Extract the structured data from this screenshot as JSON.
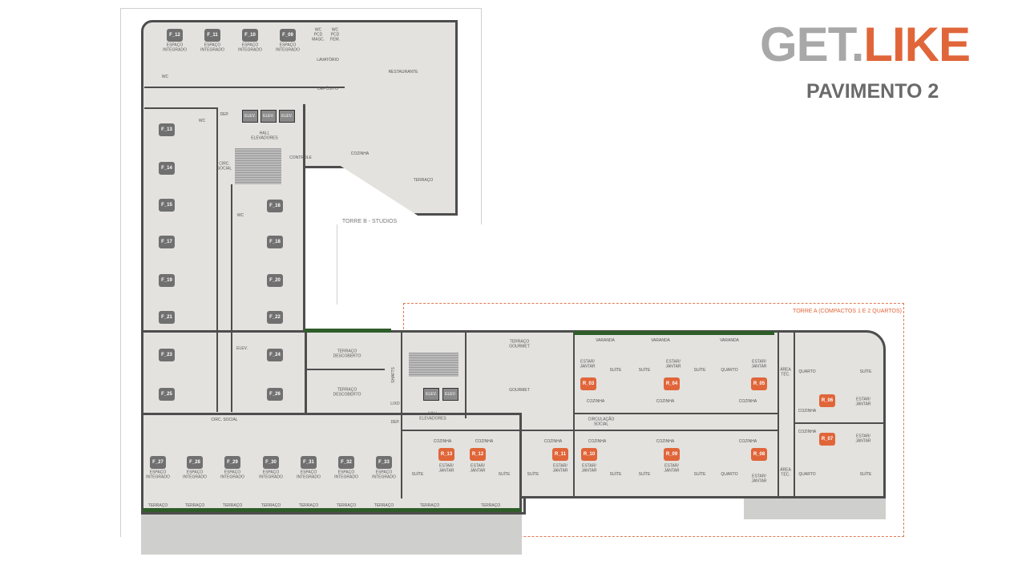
{
  "header": {
    "logo_left": "GET.",
    "logo_right": "LIKE",
    "subtitle": "PAVIMENTO 2"
  },
  "towers": {
    "b": "TORRE B - STUDIOS",
    "a": "TORRE A (COMPACTOS 1 E 2 QUARTOS)"
  },
  "studios": [
    "F_12",
    "F_11",
    "F_10",
    "F_09",
    "F_13",
    "F_14",
    "F_15",
    "F_17",
    "F_19",
    "F_21",
    "F_23",
    "F_25",
    "F_16",
    "F_18",
    "F_20",
    "F_22",
    "F_24",
    "F_26",
    "F_27",
    "F_28",
    "F_29",
    "F_30",
    "F_31",
    "F_32",
    "F_33"
  ],
  "apartments": [
    "R_13",
    "R_12",
    "R_11",
    "R_10",
    "R_09",
    "R_08",
    "R_03",
    "R_04",
    "R_05",
    "R_06",
    "R_07"
  ],
  "elevators": [
    "ELEV.",
    "ELEV.",
    "ELEV.",
    "ELEV.",
    "ELEV."
  ],
  "rooms": {
    "espaco": "ESPAÇO INTEGRADO",
    "restaurante": "RESTAURANTE",
    "lavatorio": "LAVATÓRIO",
    "deposito": "DEPÓSITO",
    "wc_masc": "WC PCD MASC.",
    "wc_fem": "WC PCD FEM.",
    "dep": "DEP.",
    "hall": "HALL ELEVADORES",
    "cozinha": "COZINHA",
    "controle": "CONTROLE",
    "terraco": "TERRAÇO",
    "circ": "CIRC. SOCIAL",
    "terraco_desc": "TERRAÇO DESCOBERTO",
    "shafts": "SHAFTS",
    "lixo": "LIXO",
    "terraco_gourmet": "TERRAÇO GOURMET",
    "gourmet": "GOURMET",
    "circulacao": "CIRCULAÇÃO SOCIAL",
    "varanda": "VARANDA",
    "area_tec": "ÁREA TÉC.",
    "estar": "ESTAR/ JANTAR",
    "suite": "SUÍTE",
    "quarto": "QUARTO",
    "wc": "WC",
    "elev": "ELEV."
  }
}
